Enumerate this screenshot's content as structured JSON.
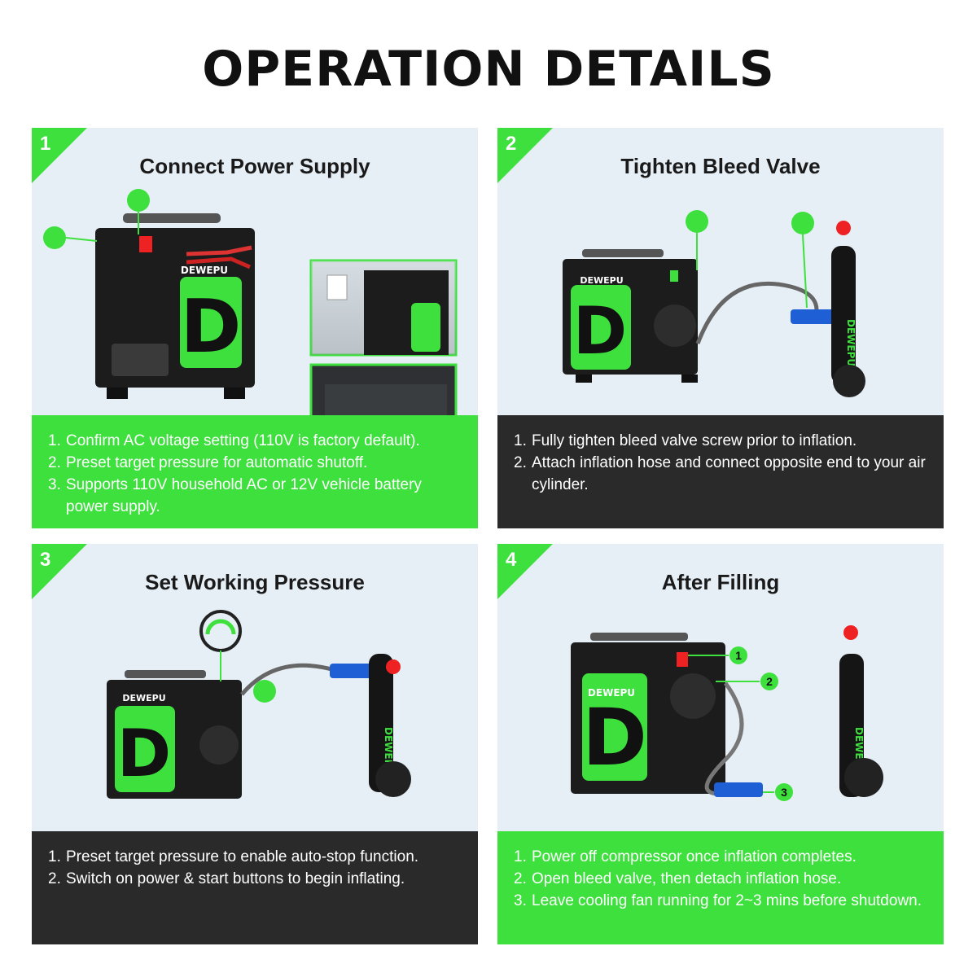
{
  "title": "OPERATION DETAILS",
  "brand": "DEWEPU",
  "logo_letter": "D",
  "colors": {
    "accent_green": "#3ee03e",
    "dark_band": "#2a2a2a",
    "panel_bg": "#e6eff6"
  },
  "panels": [
    {
      "number": "1",
      "title": "Connect Power Supply",
      "band": "green",
      "steps": [
        {
          "n": "1.",
          "text": "Confirm AC voltage setting (110V is factory default)."
        },
        {
          "n": "2.",
          "text": "Preset target pressure for automatic shutoff."
        },
        {
          "n": "3.",
          "text": "Supports 110V household AC or 12V vehicle battery power supply."
        }
      ]
    },
    {
      "number": "2",
      "title": "Tighten Bleed Valve",
      "band": "dark",
      "steps": [
        {
          "n": "1.",
          "text": "Fully tighten bleed valve screw prior to inflation."
        },
        {
          "n": "2.",
          "text": "Attach inflation hose and connect opposite end to your air cylinder."
        }
      ]
    },
    {
      "number": "3",
      "title": "Set Working Pressure",
      "band": "dark",
      "steps": [
        {
          "n": "1.",
          "text": "Preset target pressure to enable auto-stop function."
        },
        {
          "n": "2.",
          "text": "Switch on power & start buttons to begin inflating."
        }
      ]
    },
    {
      "number": "4",
      "title": "After Filling",
      "band": "green",
      "markers": [
        "1",
        "2",
        "3"
      ],
      "steps": [
        {
          "n": "1.",
          "text": " Power off compressor once inflation completes."
        },
        {
          "n": "2.",
          "text": "Open bleed valve, then detach inflation hose."
        },
        {
          "n": "3.",
          "text": "Leave cooling fan running for 2~3 mins before shutdown."
        }
      ]
    }
  ]
}
